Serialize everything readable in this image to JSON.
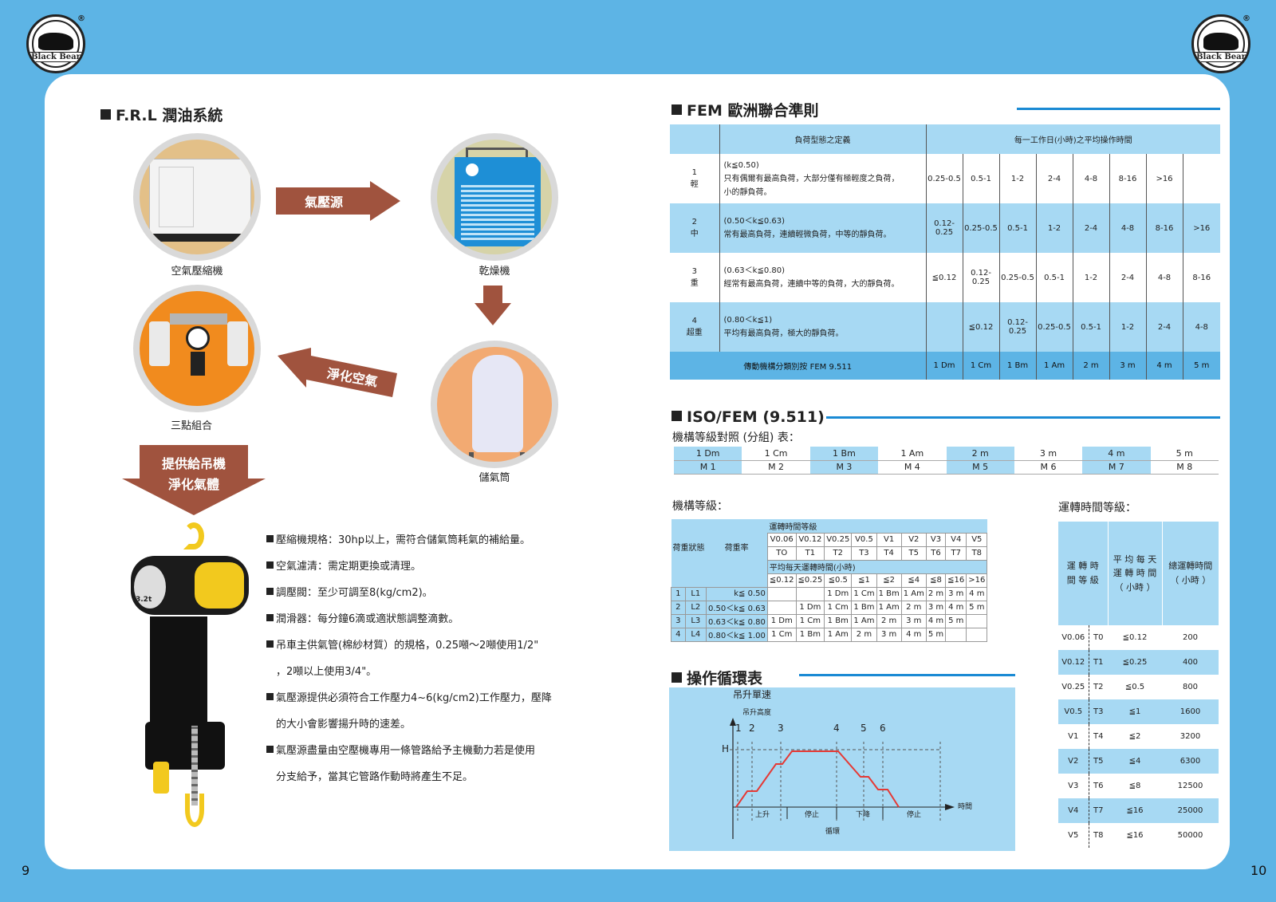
{
  "logo": {
    "text": "Black Bear",
    "reg": "®"
  },
  "page_numbers": {
    "left": "9",
    "right": "10"
  },
  "frl": {
    "title": "F.R.L 潤油系統",
    "labels": {
      "compressor": "空氣壓縮機",
      "dryer": "乾燥機",
      "tank": "儲氣筒",
      "combo": "三點組合"
    },
    "arrows": {
      "air_source": "氣壓源",
      "purify": "淨化空氣",
      "supply_line1": "提供給吊機",
      "supply_line2": "淨化氣體"
    },
    "bullets": [
      "壓縮機規格：30hp以上，需符合儲氣筒耗氣的補給量。",
      "空氣濾清：需定期更換或清理。",
      "調壓閥：至少可調至8(kg/cm2)。",
      "潤滑器：每分鐘6滴或適狀態調整滴數。",
      "吊車主供氣管(棉紗材質）的規格，0.25噸～2噸使用1/2\"",
      "，2噸以上使用3/4\"。",
      "氣壓源提供必須符合工作壓力4~6(kg/cm2)工作壓力，壓降",
      "的大小會影響揚升時的速差。",
      "氣壓源盡量由空壓機專用一條管路給予主機動力若是使用",
      "分支給予，當其它管路作動時將產生不足。"
    ],
    "hoist_badge": "3.2t"
  },
  "fem": {
    "title": "FEM 歐洲聯合準則",
    "head_def": "負荷型態之定義",
    "head_time": "每一工作日(小時)之平均操作時間",
    "rows": [
      {
        "num": "1",
        "name": "輕",
        "k": "(k≦0.50)",
        "desc1": "只有偶爾有最高負荷，大部分僅有極輕度之負荷，",
        "desc2": "小的靜負荷。",
        "vals": [
          "0.25-0.5",
          "0.5-1",
          "1-2",
          "2-4",
          "4-8",
          "8-16",
          ">16",
          ""
        ]
      },
      {
        "num": "2",
        "name": "中",
        "k": "(0.50＜k≦0.63)",
        "desc1": "常有最高負荷，連續輕微負荷，中等的靜負荷。",
        "desc2": "",
        "vals": [
          "0.12-0.25",
          "0.25-0.5",
          "0.5-1",
          "1-2",
          "2-4",
          "4-8",
          "8-16",
          ">16"
        ]
      },
      {
        "num": "3",
        "name": "重",
        "k": "(0.63＜k≦0.80)",
        "desc1": "經常有最高負荷，連續中等的負荷，大的靜負荷。",
        "desc2": "",
        "vals": [
          "≦0.12",
          "0.12-0.25",
          "0.25-0.5",
          "0.5-1",
          "1-2",
          "2-4",
          "4-8",
          "8-16"
        ]
      },
      {
        "num": "4",
        "name": "超重",
        "k": "(0.80＜k≦1)",
        "desc1": "平均有最高負荷，極大的靜負荷。",
        "desc2": "",
        "vals": [
          "",
          "≦0.12",
          "0.12-0.25",
          "0.25-0.5",
          "0.5-1",
          "1-2",
          "2-4",
          "4-8"
        ]
      }
    ],
    "foot_label": "傳動機構分類別按 FEM 9.511",
    "foot_vals": [
      "1 Dm",
      "1 Cm",
      "1 Bm",
      "1 Am",
      "2 m",
      "3 m",
      "4 m",
      "5 m"
    ]
  },
  "iso": {
    "title": "ISO/FEM (9.511)",
    "subtitle": "機構等級對照 (分組) 表：",
    "top": [
      "1 Dm",
      "1 Cm",
      "1 Bm",
      "1 Am",
      "2 m",
      "3 m",
      "4 m",
      "5 m"
    ],
    "bottom": [
      "M 1",
      "M 2",
      "M 3",
      "M 4",
      "M 5",
      "M 6",
      "M 7",
      "M 8"
    ]
  },
  "mech": {
    "title": "機構等級：",
    "run_class": "運轉時間等級",
    "load_state": "荷重狀態",
    "load_rate": "荷重率",
    "v_row": [
      "V0.06",
      "V0.12",
      "V0.25",
      "V0.5",
      "V1",
      "V2",
      "V3",
      "V4",
      "V5"
    ],
    "t_row": [
      "TO",
      "T1",
      "T2",
      "T3",
      "T4",
      "T5",
      "T6",
      "T7",
      "T8"
    ],
    "avg_label": "平均每天運轉時間(小時)",
    "h_row": [
      "≦0.12",
      "≦0.25",
      "≦0.5",
      "≦1",
      "≦2",
      "≦4",
      "≦8",
      "≦16",
      ">16"
    ],
    "rows": [
      {
        "n": "1",
        "l": "L1",
        "k": "k≦ 0.50",
        "c": [
          "",
          "",
          "1 Dm",
          "1 Cm",
          "1 Bm",
          "1 Am",
          "2 m",
          "3 m",
          "4 m"
        ]
      },
      {
        "n": "2",
        "l": "L2",
        "k": "0.50＜k≦ 0.63",
        "c": [
          "",
          "1 Dm",
          "1 Cm",
          "1 Bm",
          "1 Am",
          "2 m",
          "3 m",
          "4 m",
          "5 m"
        ]
      },
      {
        "n": "3",
        "l": "L3",
        "k": "0.63＜k≦ 0.80",
        "c": [
          "1 Dm",
          "1 Cm",
          "1 Bm",
          "1 Am",
          "2 m",
          "3 m",
          "4 m",
          "5 m",
          ""
        ]
      },
      {
        "n": "4",
        "l": "L4",
        "k": "0.80＜k≦ 1.00",
        "c": [
          "1 Cm",
          "1 Bm",
          "1 Am",
          "2 m",
          "3 m",
          "4 m",
          "5 m",
          "",
          ""
        ]
      }
    ]
  },
  "run": {
    "title": "運轉時間等級：",
    "h1a": "運 轉 時",
    "h1b": "間 等 級",
    "h2a": "平 均 每 天",
    "h2b": "運 轉 時 間",
    "h2c": "（ 小時 ）",
    "h3a": "總運轉時間",
    "h3b": "（ 小時 ）",
    "rows": [
      {
        "v": "V0.06",
        "t": "T0",
        "h": "≦0.12",
        "tot": "200"
      },
      {
        "v": "V0.12",
        "t": "T1",
        "h": "≦0.25",
        "tot": "400"
      },
      {
        "v": "V0.25",
        "t": "T2",
        "h": "≦0.5",
        "tot": "800"
      },
      {
        "v": "V0.5",
        "t": "T3",
        "h": "≦1",
        "tot": "1600"
      },
      {
        "v": "V1",
        "t": "T4",
        "h": "≦2",
        "tot": "3200"
      },
      {
        "v": "V2",
        "t": "T5",
        "h": "≦4",
        "tot": "6300"
      },
      {
        "v": "V3",
        "t": "T6",
        "h": "≦8",
        "tot": "12500"
      },
      {
        "v": "V4",
        "t": "T7",
        "h": "≦16",
        "tot": "25000"
      },
      {
        "v": "V5",
        "t": "T8",
        "h": "≦16",
        "tot": "50000"
      }
    ]
  },
  "cycle": {
    "title": "操作循環表",
    "speed": "吊升單速",
    "height": "吊升高度",
    "h": "H",
    "points": [
      "1",
      "2",
      "3",
      "4",
      "5",
      "6"
    ],
    "time": "時間",
    "phases": [
      "上升",
      "停止",
      "下降",
      "停止"
    ],
    "cycle": "循環"
  },
  "colors": {
    "sky": "#5db4e5",
    "pale": "#a7d9f3",
    "line": "#1a8ad4",
    "arrow": "#a0533e",
    "path": "#e53935"
  }
}
